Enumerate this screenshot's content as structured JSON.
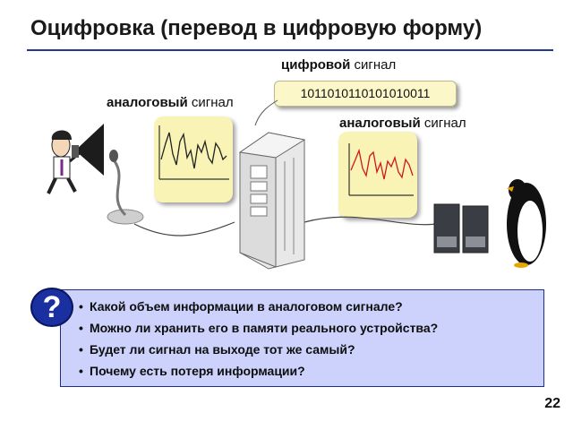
{
  "slide": {
    "title": "Оцифровка (перевод в цифровую форму)",
    "page_number": "22"
  },
  "labels": {
    "analog_left": {
      "bold": "аналоговый",
      "rest": " сигнал"
    },
    "digital": {
      "bold": "цифровой",
      "rest": " сигнал"
    },
    "analog_right": {
      "bold": "аналоговый",
      "rest": " сигнал"
    }
  },
  "digital_value": "1011010110101010011",
  "question_badge": "?",
  "questions": [
    "Какой объем информации в аналоговом сигнале?",
    "Можно ли хранить его в памяти реального устройства?",
    "Будет ли сигнал на выходе тот же самый?",
    "Почему есть потеря информации?"
  ],
  "colors": {
    "rule": "#223a8a",
    "card": "#f9f4b5",
    "panel": "#ccd2fb",
    "signal_in": "#222222",
    "signal_out": "#d01818"
  },
  "icons": [
    "speaker-person-icon",
    "megaphone-icon",
    "microphone-icon",
    "server-icon",
    "speakers-icon",
    "penguin-icon"
  ]
}
